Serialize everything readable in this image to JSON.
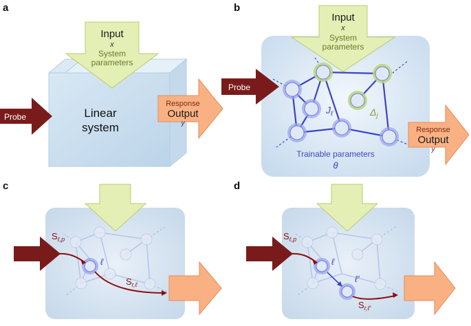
{
  "colors": {
    "input_arrow_fill": "#e3efb4",
    "input_arrow_stroke": "#b9cc6f",
    "input_text": "#1a1a1a",
    "input_sub_text": "#6a7a2a",
    "probe_arrow": "#7a1b1b",
    "output_arrow_fill": "#f9b184",
    "output_arrow_stroke": "#e88a55",
    "box_fill": "#cfe2f1",
    "box_stroke": "#a9c7df",
    "network_line": "#3a44c8",
    "node_fill": "#dfe8f6",
    "node_halo": "#8b96e8",
    "special_halo": "#b8d470",
    "label_blue": "#3e48c0",
    "label_green": "#8aa032",
    "path_red": "#8b0f0f"
  },
  "panels": {
    "a": {
      "letter": "a",
      "input_title": "Input",
      "input_var": "x",
      "input_sub": "System\nparameters",
      "probe_label": "Probe",
      "system_label_1": "Linear",
      "system_label_2": "system",
      "response_label": "Response",
      "output_label": "Output",
      "output_var": "y"
    },
    "b": {
      "letter": "b",
      "input_title": "Input",
      "input_var": "x",
      "input_sub": "System\nparameters",
      "probe_label": "Probe",
      "coupling_label": "J",
      "coupling_sub": "ℓ",
      "detuning_label": "Δ",
      "detuning_sub": "j",
      "trainable_label": "Trainable parameters",
      "theta_label": "θ",
      "response_label": "Response",
      "output_label": "Output",
      "output_var": "y"
    },
    "c": {
      "letter": "c",
      "s_in_label": "S",
      "s_in_sub": "ℓ,p",
      "node_label": "ℓ",
      "s_out_label": "S",
      "s_out_sub": "r,ℓ"
    },
    "d": {
      "letter": "d",
      "s_in_label": "S",
      "s_in_sub": "ℓ,p",
      "node_label": "ℓ",
      "node2_label": "ℓ′",
      "s_out_label": "S",
      "s_out_sub": "r,ℓ′"
    }
  }
}
